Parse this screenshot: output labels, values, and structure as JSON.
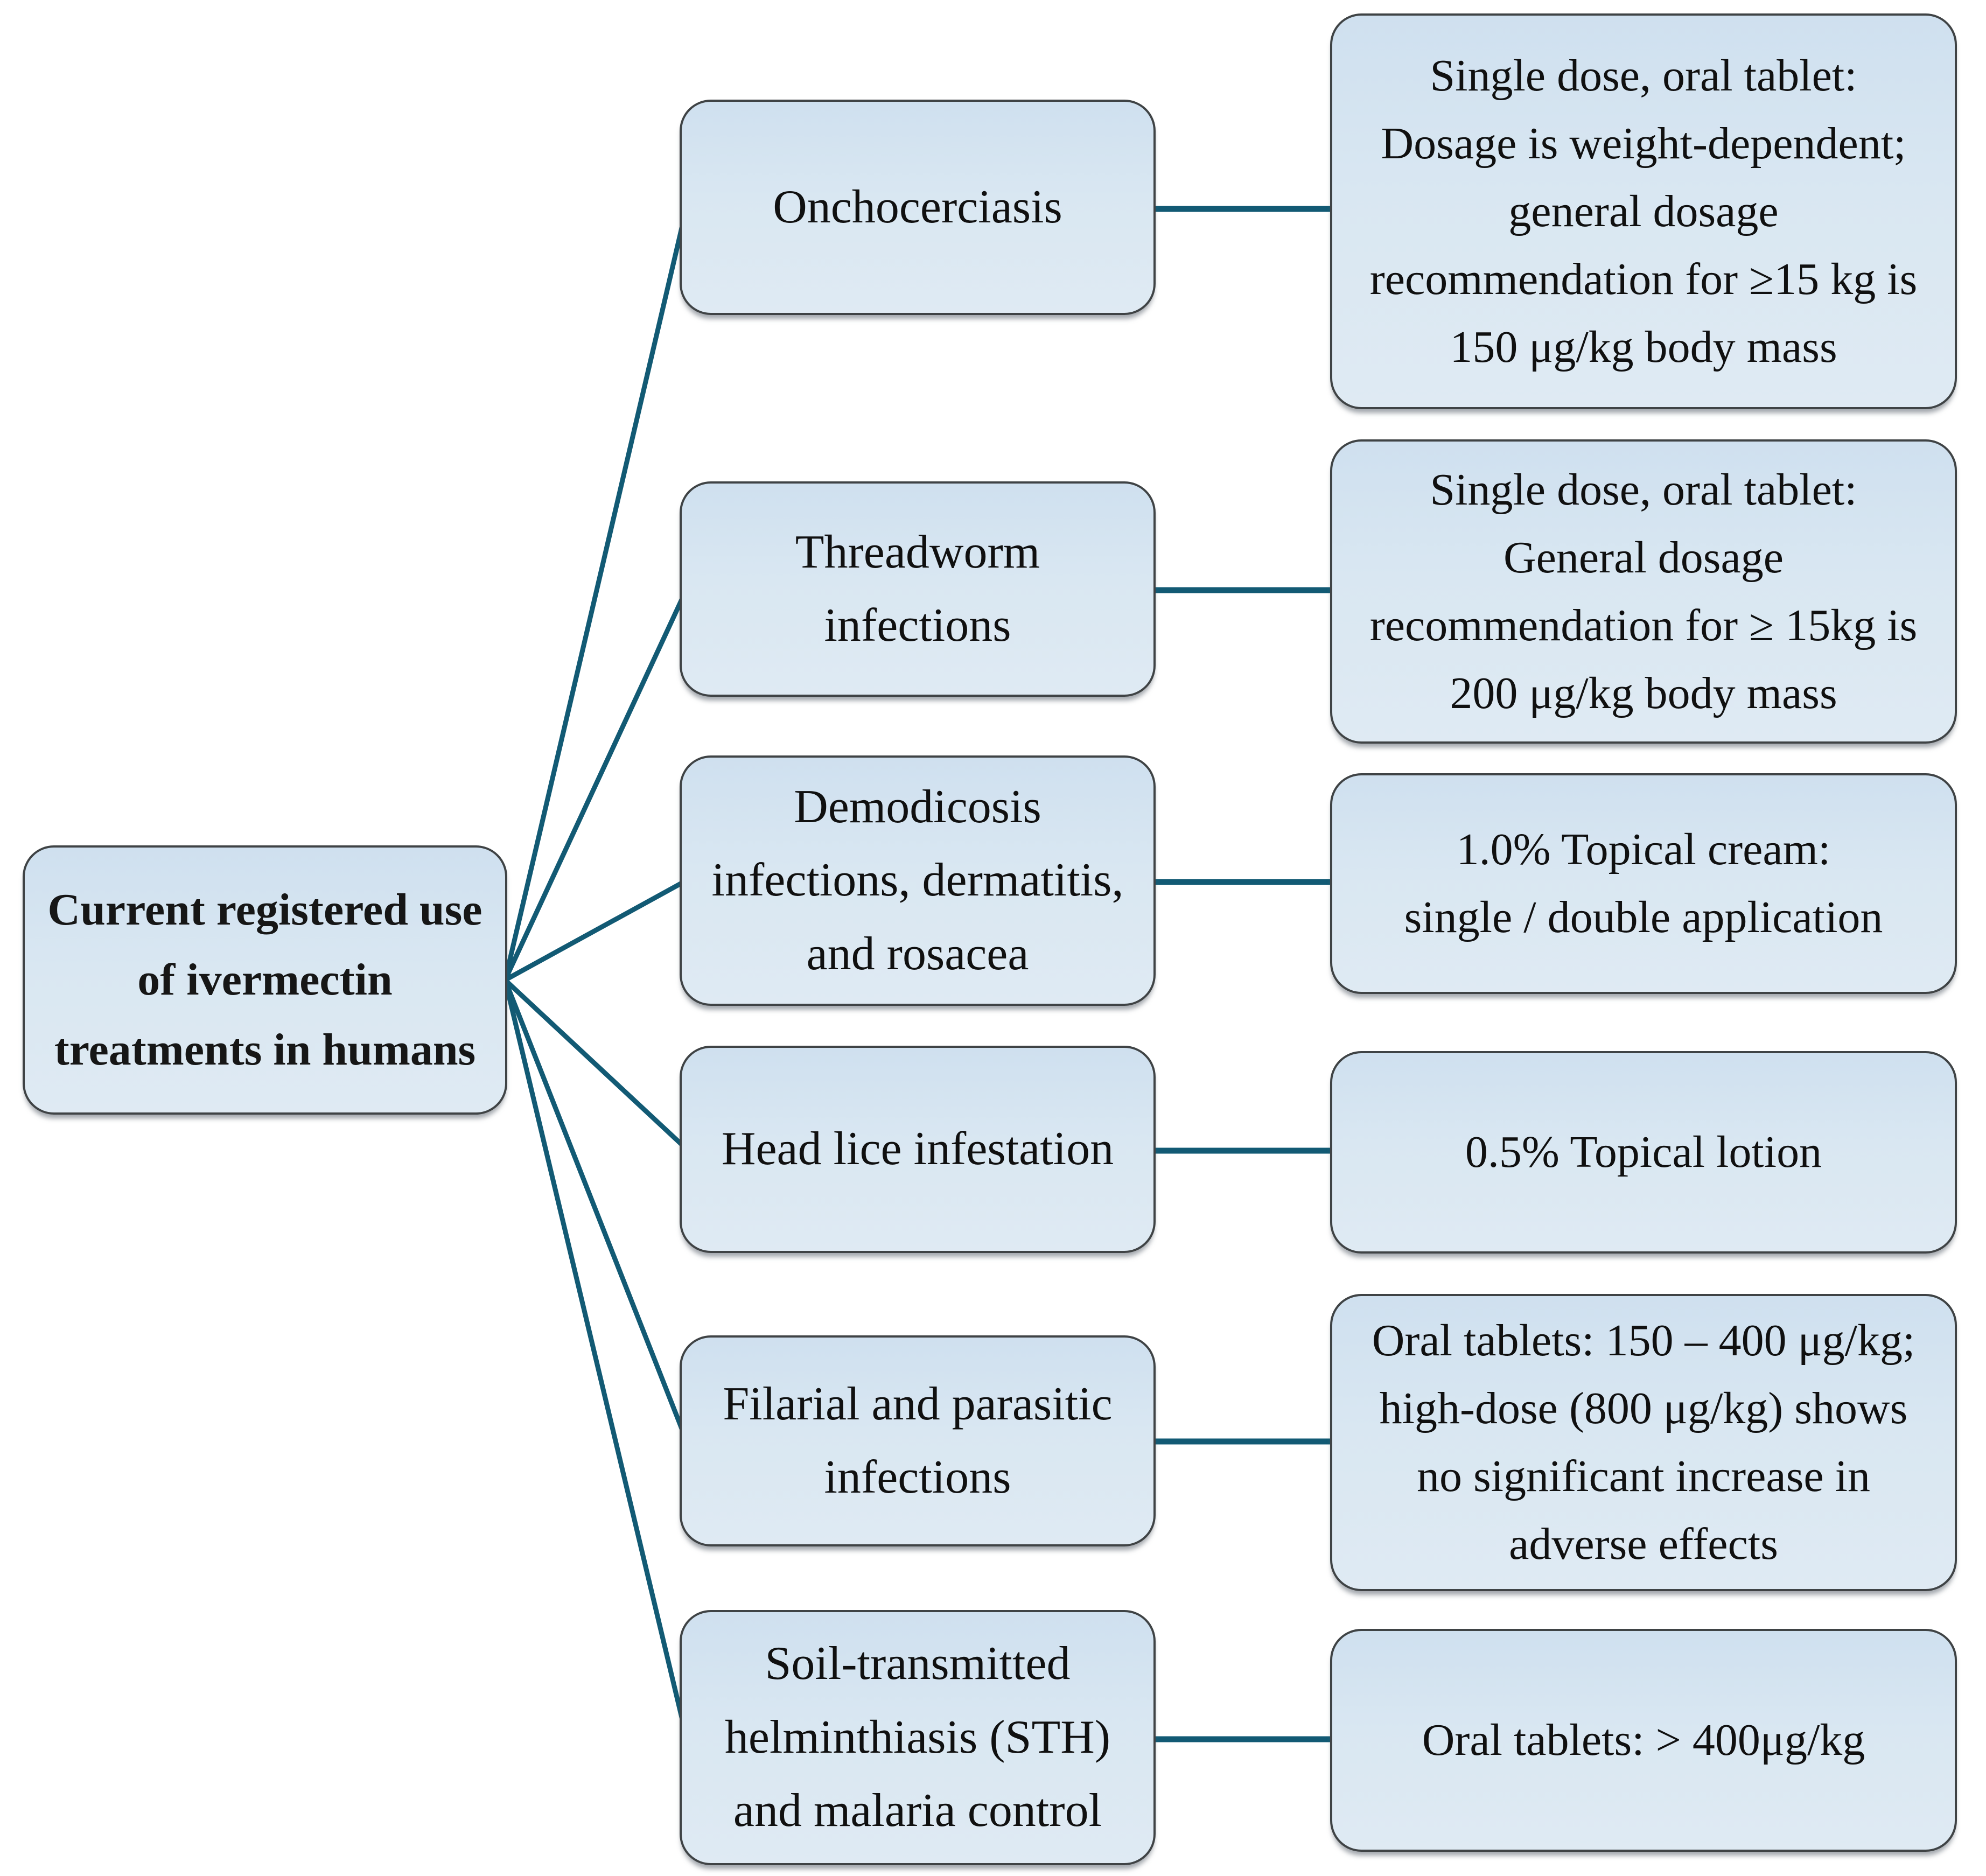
{
  "figure": {
    "root_label": "Current registered use\nof ivermectin\ntreatments in humans",
    "rows": [
      {
        "condition": "Onchocerciasis",
        "treatment": "Single dose, oral tablet:\nDosage is weight-dependent;\ngeneral dosage\nrecommendation for ≥15 kg is\n150 μg/kg body mass"
      },
      {
        "condition": "Threadworm\ninfections",
        "treatment": "Single dose, oral tablet:\nGeneral dosage\nrecommendation for ≥ 15kg is\n200 μg/kg body mass"
      },
      {
        "condition": "Demodicosis\ninfections, dermatitis,\nand rosacea",
        "treatment": "1.0% Topical cream:\nsingle / double application"
      },
      {
        "condition": "Head lice infestation",
        "treatment": "0.5% Topical lotion"
      },
      {
        "condition": "Filarial and parasitic\ninfections",
        "treatment": "Oral tablets: 150 – 400 μg/kg;\nhigh-dose (800 μg/kg) shows\nno significant increase in\nadverse effects"
      },
      {
        "condition": "Soil-transmitted\nhelminthiasis (STH)\nand malaria control",
        "treatment": "Oral tablets: > 400μg/kg"
      }
    ],
    "colors": {
      "connector_line": "#125a74",
      "box_border": "#3f4345",
      "box_fill_top": "#cfe0ef",
      "box_fill_bottom": "#dfeaf3",
      "text": "#101010"
    }
  }
}
